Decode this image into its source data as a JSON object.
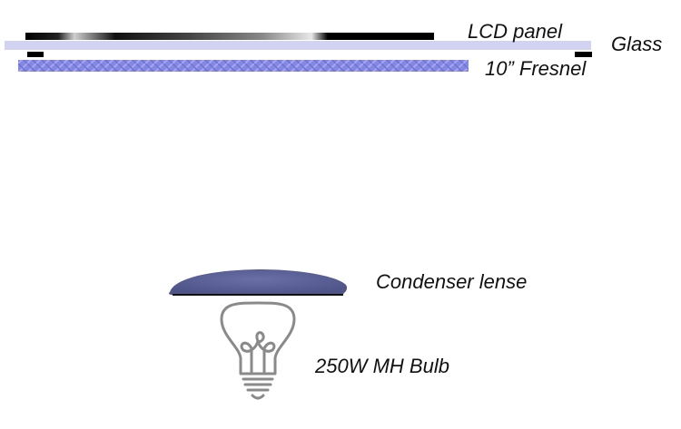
{
  "labels": {
    "lcd_panel": "LCD panel",
    "glass": "Glass",
    "fresnel": "10” Fresnel",
    "condenser": "Condenser lense",
    "bulb": "250W MH Bulb"
  },
  "colors": {
    "glass": "#d2d2f2",
    "fresnel_base": "#7f86e0",
    "fresnel_texture": "#a79ae8",
    "condenser": "#5a5f96",
    "bulb_outline": "#8a8a8a",
    "panel_frame": "#000000"
  },
  "icons": {
    "bulb": "light-bulb-icon"
  }
}
